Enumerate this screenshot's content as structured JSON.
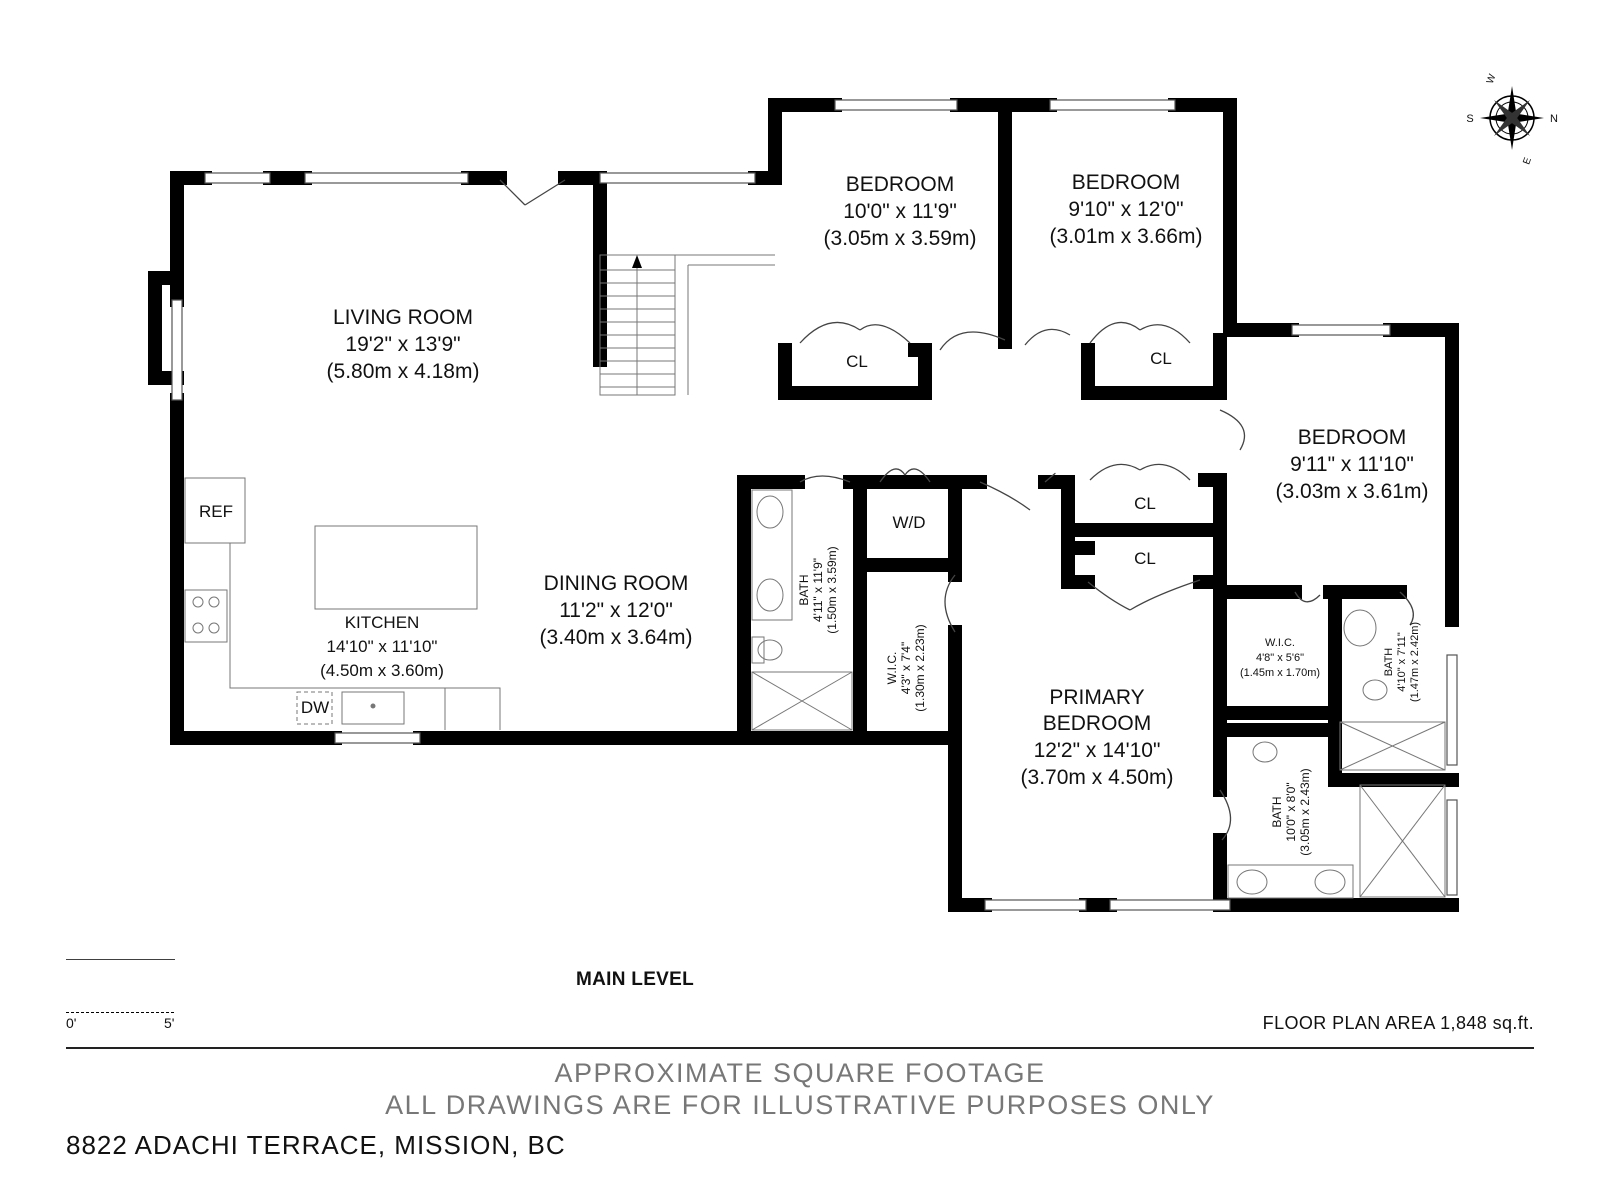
{
  "rooms": {
    "living": {
      "name": "LIVING ROOM",
      "size": "19'2\" x 13'9\"",
      "metric": "(5.80m x 4.18m)"
    },
    "bedroom1": {
      "name": "BEDROOM",
      "size": "10'0\" x 11'9\"",
      "metric": "(3.05m x 3.59m)"
    },
    "bedroom2": {
      "name": "BEDROOM",
      "size": "9'10\" x 12'0\"",
      "metric": "(3.01m x 3.66m)"
    },
    "bedroom3": {
      "name": "BEDROOM",
      "size": "9'11\" x 11'10\"",
      "metric": "(3.03m x 3.61m)"
    },
    "dining": {
      "name": "DINING ROOM",
      "size": "11'2\" x 12'0\"",
      "metric": "(3.40m x 3.64m)"
    },
    "kitchen": {
      "name": "KITCHEN",
      "size": "14'10\" x 11'10\"",
      "metric": "(4.50m x 3.60m)"
    },
    "primary": {
      "name1": "PRIMARY",
      "name2": "BEDROOM",
      "size": "12'2\" x 14'10\"",
      "metric": "(3.70m x 4.50m)"
    },
    "bath1": {
      "name": "BATH",
      "size": "4'11\" x 11'9\"",
      "metric": "(1.50m x 3.59m)"
    },
    "wic1": {
      "name": "W.I.C.",
      "size": "4'3\" x 7'4\"",
      "metric": "(1.30m x 2.23m)"
    },
    "wic2": {
      "name": "W.I.C.",
      "size": "4'8\" x 5'6\"",
      "metric": "(1.45m x 1.70m)"
    },
    "bath2": {
      "name": "BATH",
      "size": "4'10\" x 7'11\"",
      "metric": "(1.47m x 2.42m)"
    },
    "bath3": {
      "name": "BATH",
      "size": "10'0\" x 8'0\"",
      "metric": "(3.05m x 2.43m)"
    }
  },
  "fixtures": {
    "ref": "REF",
    "dw": "DW",
    "wd": "W/D",
    "closet": "CL"
  },
  "compass": {
    "w": "W",
    "n": "N",
    "s": "S",
    "e": "E"
  },
  "level": "MAIN LEVEL",
  "scale": {
    "start": "0'",
    "end": "5'"
  },
  "floor_area": "FLOOR PLAN AREA 1,848 sq.ft.",
  "disclaimer_1": "APPROXIMATE SQUARE FOOTAGE",
  "disclaimer_2": "ALL DRAWINGS ARE FOR ILLUSTRATIVE PURPOSES ONLY",
  "address": "8822 ADACHI TERRACE, MISSION, BC"
}
